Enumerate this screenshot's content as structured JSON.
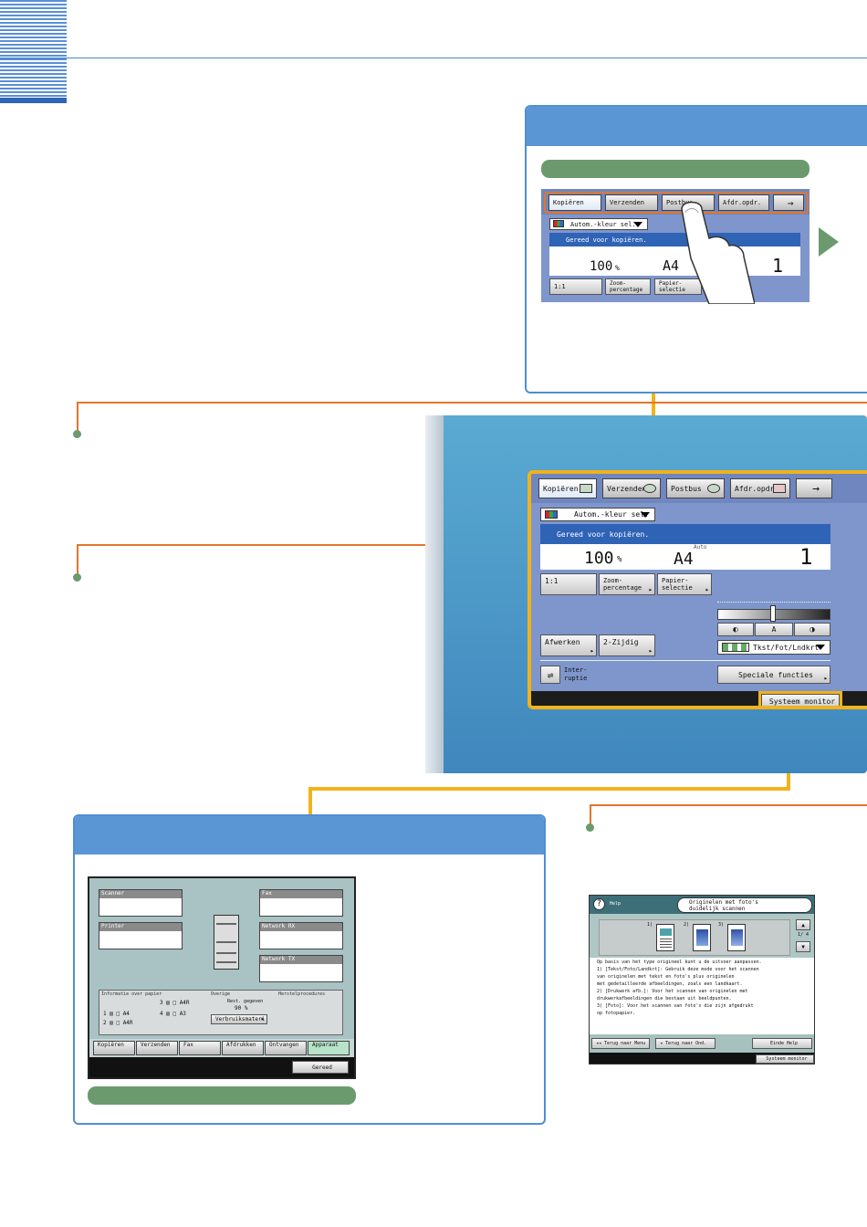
{
  "colors": {
    "accent_blue": "#5b96d4",
    "screen_blue": "#7f96cc",
    "status_blue": "#2f63b6",
    "orange_line": "#e2762b",
    "yellow_frame": "#f1b21b",
    "green_pill": "#6b9a6e"
  },
  "tabs": {
    "copy": "Kopiëren",
    "send": "Verzenden",
    "mailbox": "Postbus",
    "print_jobs": "Afdr.opdr.",
    "more": "→"
  },
  "color_mode": "Autom.-kleur sel.",
  "status_message": "Gereed voor kopiëren.",
  "zoom_value": "100",
  "zoom_unit": "%",
  "paper_size": "A4",
  "paper_auto": "Auto",
  "copy_count": "1",
  "buttons": {
    "one_to_one": "1:1",
    "zoom_line1": "Zoom-",
    "zoom_line2": "percentage",
    "paper_line1": "Papier-",
    "paper_line2": "selectie",
    "finish": "Afwerken",
    "duplex": "2-Zijdig",
    "interrupt_line1": "Inter-",
    "interrupt_line2": "ruptie",
    "special": "Speciale functies",
    "system_monitor": "Systeem monitor"
  },
  "density": {
    "light_icon": "half-moon-left-icon",
    "auto": "A",
    "dark_icon": "half-moon-right-icon"
  },
  "original_type": "Tkst/Fot/Lndkrt",
  "system_monitor_screen": {
    "scanner": "Scanner",
    "fax": "Fax",
    "printer": "Printer",
    "network_rx": "Network RX",
    "network_tx": "Network TX",
    "paper_info": "Informatie over papier",
    "other": "Overige",
    "remaining_toner": "Rest. gegeven",
    "toner_percent": "90 %",
    "consumables": "Verbruiksmateri",
    "memory": "Herstelprocedures",
    "paper_rows": [
      [
        "1",
        "A4"
      ],
      [
        "2",
        "A4R"
      ],
      [
        "3",
        "A4R"
      ],
      [
        "4",
        "A3"
      ]
    ],
    "tabs": [
      "Kopiëren",
      "Verzenden",
      "Fax",
      "Afdrukken",
      "Ontvangen",
      "Apparaat"
    ],
    "done": "Gereed"
  },
  "help_screen": {
    "title_tab": "Help",
    "title_line1": "Originelen met foto's",
    "title_line2": "duidelijk scannen",
    "thumb_labels": [
      "1)",
      "2)",
      "3)"
    ],
    "page": "1/ 4",
    "body_lines": [
      "Op basis van het type origineel kunt u de uitvoer aanpassen.",
      "1) [Tekst/Foto/Landkrt]: Gebruik deze mode voor het scannen",
      "van originelen met tekst en foto's plus originelen",
      "met gedetailleerde afbeeldingen, zoals een landkaart.",
      "2) [Drukwerk afb.]: Voor het scannen van originelen met",
      "drukwerkafbeeldingen die bestaan uit beeldpunten.",
      "3) [Foto]: Voor het scannen van foto's die zijn afgedrukt",
      "op fotopapier."
    ],
    "back_menu": "Terug naar Menu",
    "back_prev": "Terug naar Ond.",
    "end_help": "Einde Help",
    "system_monitor": "Systeem monitor"
  }
}
